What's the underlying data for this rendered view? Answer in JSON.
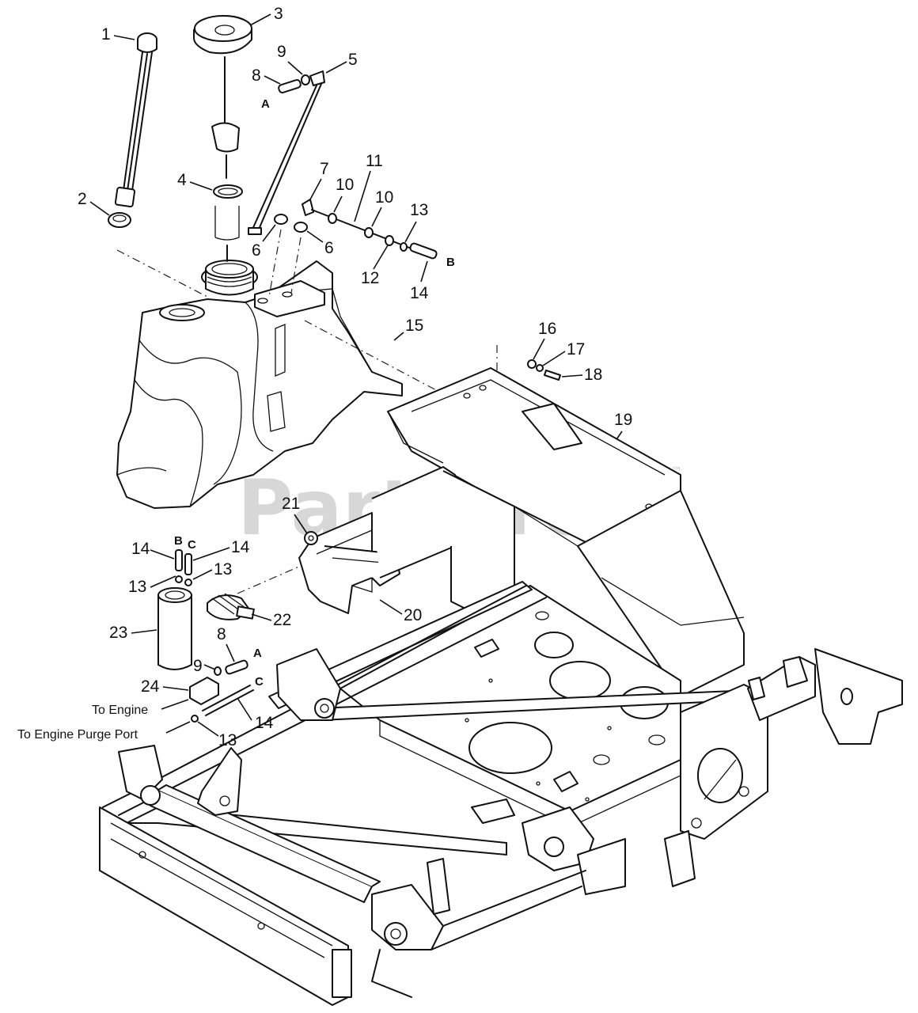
{
  "watermark": {
    "text": "PartsTree",
    "trademark": "™"
  },
  "callouts": {
    "c1": "1",
    "c2": "2",
    "c3": "3",
    "c4": "4",
    "c5": "5",
    "c6a": "6",
    "c6b": "6",
    "c7": "7",
    "c8a": "8",
    "c8b": "8",
    "c9a": "9",
    "c9b": "9",
    "c10a": "10",
    "c10b": "10",
    "c11": "11",
    "c12": "12",
    "c13a": "13",
    "c13b": "13",
    "c13c": "13",
    "c13d": "13",
    "c14a": "14",
    "c14b": "14",
    "c14c": "14",
    "c14d": "14",
    "c15": "15",
    "c16": "16",
    "c17": "17",
    "c18": "18",
    "c19": "19",
    "c20": "20",
    "c21": "21",
    "c22": "22",
    "c23": "23",
    "c24": "24"
  },
  "connectors": {
    "a1": "A",
    "a2": "A",
    "b1": "B",
    "b2": "B",
    "cc1": "C",
    "cc2": "C"
  },
  "notes": {
    "to_engine": "To Engine",
    "to_purge": "To Engine Purge Port"
  }
}
